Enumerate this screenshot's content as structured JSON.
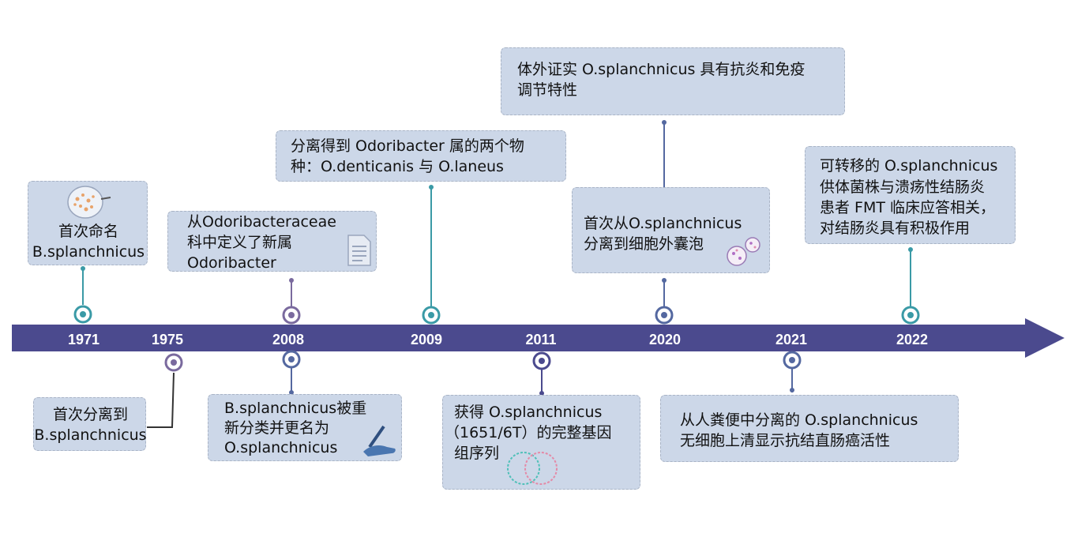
{
  "colors": {
    "axis": "#4b4a8e",
    "box_bg": "#ccd7e8",
    "box_border": "#a9b4c6",
    "teal": "#3a9aa6",
    "purple": "#7a6a9e",
    "blue": "#5468a0",
    "dark": "#333333"
  },
  "years": [
    "1971",
    "1975",
    "2008",
    "2009",
    "2011",
    "2020",
    "2021",
    "2022"
  ],
  "events": {
    "e1971": {
      "year": "1971",
      "lines": [
        "首次命名",
        "B.splanchnicus"
      ]
    },
    "e1975": {
      "year": "1975",
      "lines": [
        "首次分离到",
        "B.splanchnicus"
      ]
    },
    "e2008a": {
      "year": "2008",
      "lines": [
        "从Odoribacteraceae",
        "科中定义了新属",
        "Odoribacter"
      ]
    },
    "e2008b": {
      "year": "2008",
      "lines": [
        "B.splanchnicus被重",
        "新分类并更名为",
        "O.splanchnicus"
      ]
    },
    "e2009": {
      "year": "2009",
      "lines": [
        "分离得到 Odoribacter 属的两个物",
        "种：O.denticanis 与 O.laneus"
      ]
    },
    "e2011": {
      "year": "2011",
      "lines": [
        "获得 O.splanchnicus",
        "（1651/6T）的完整基因",
        "组序列"
      ]
    },
    "e2020a": {
      "year": "2020",
      "lines": [
        "体外证实 O.splanchnicus 具有抗炎和免疫",
        "调节特性"
      ]
    },
    "e2020b": {
      "year": "2020",
      "lines": [
        "首次从O.splanchnicus",
        "分离到细胞外囊泡"
      ]
    },
    "e2021": {
      "year": "2021",
      "lines": [
        "从人粪便中分离的 O.splanchnicus",
        "无细胞上清显示抗结直肠癌活性"
      ]
    },
    "e2022": {
      "year": "2022",
      "lines": [
        "可转移的 O.splanchnicus",
        "供体菌株与溃疡性结肠炎",
        "患者 FMT 临床应答相关，",
        "对结肠炎具有积极作用"
      ]
    }
  },
  "icons": [
    "petri-dish-icon",
    "document-icon",
    "hand-writing-icon",
    "venn-circles-icon",
    "vesicles-icon"
  ]
}
